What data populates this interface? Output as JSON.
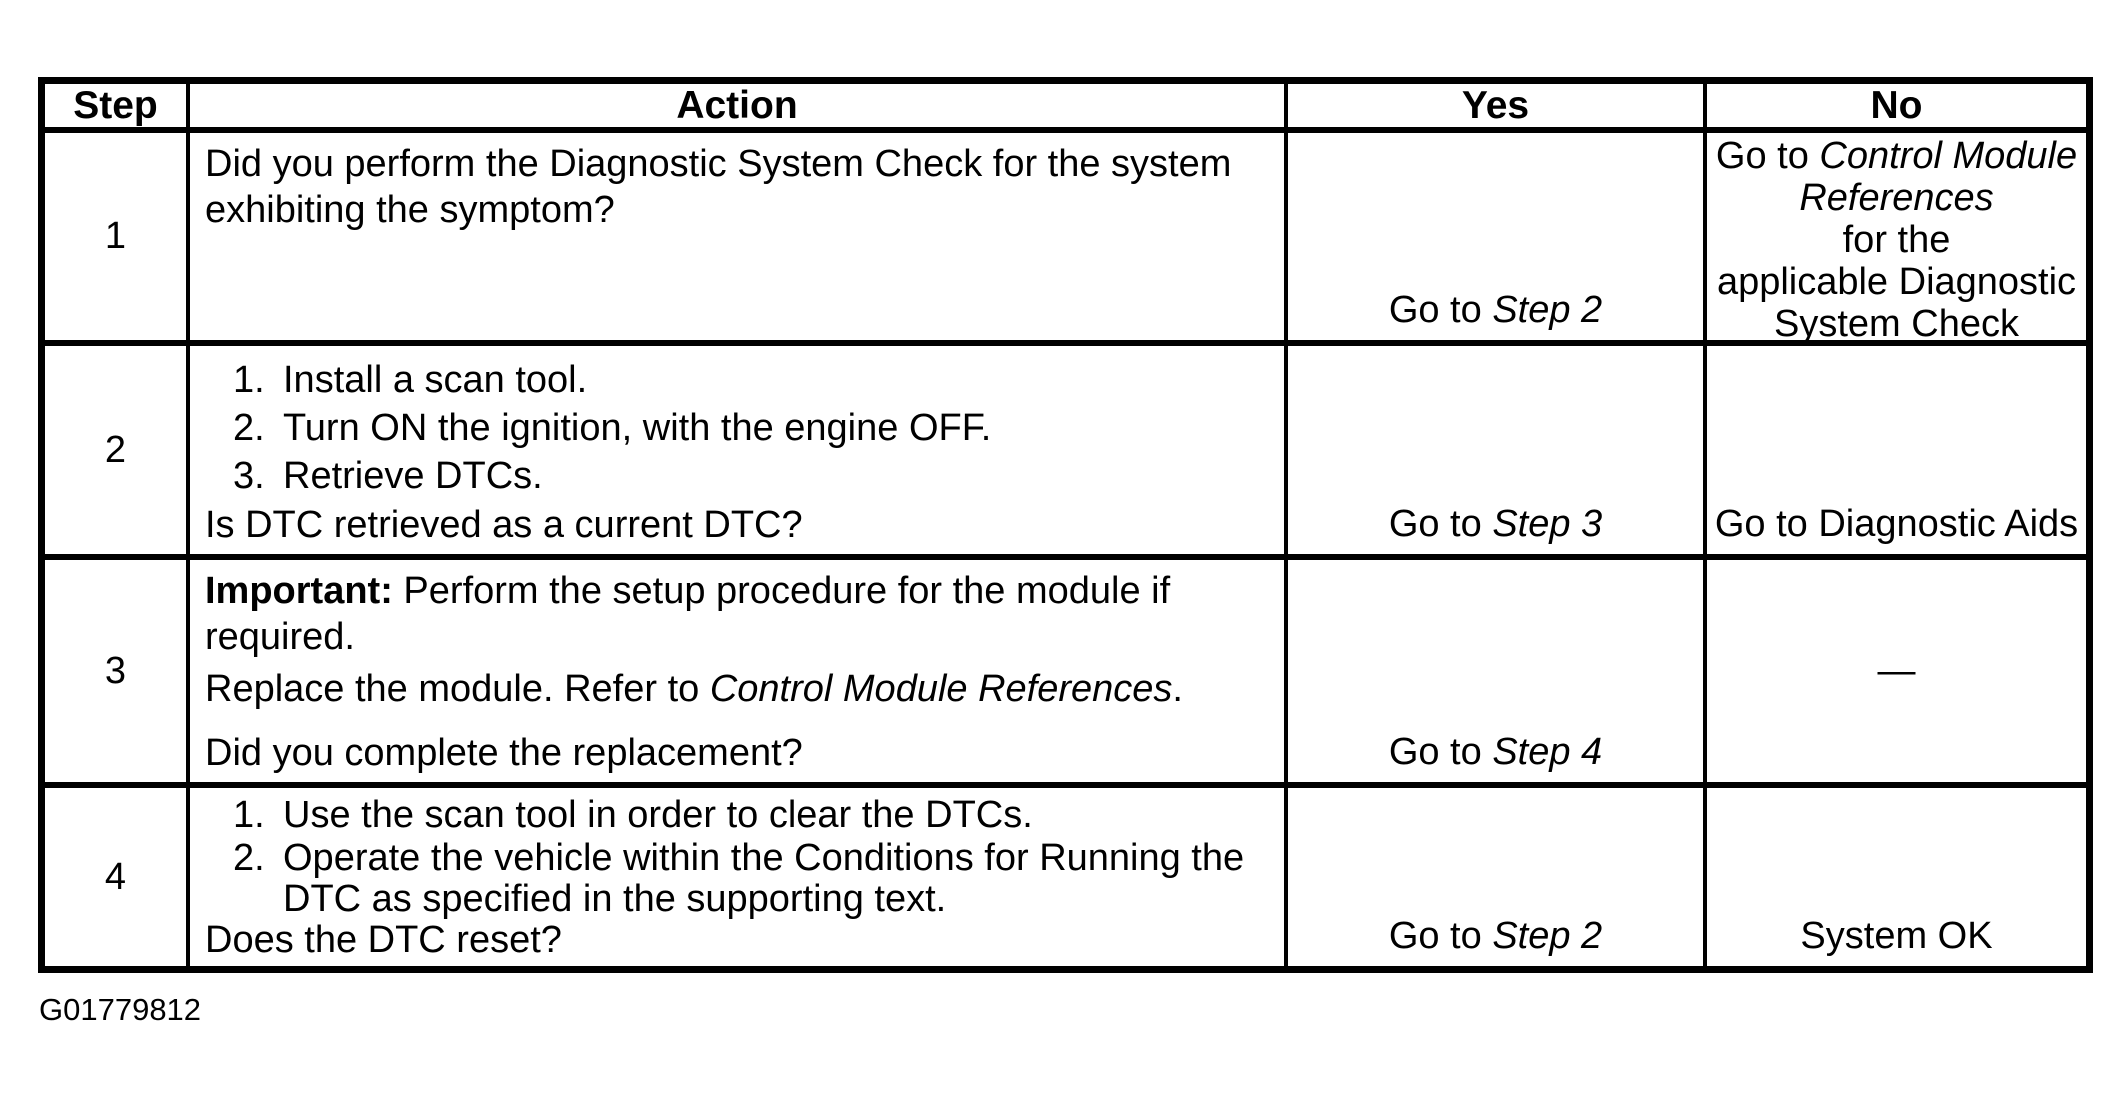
{
  "colors": {
    "text": "#000000",
    "background": "#ffffff",
    "border": "#000000"
  },
  "table": {
    "headers": {
      "step": "Step",
      "action": "Action",
      "yes": "Yes",
      "no": "No"
    },
    "rows": [
      {
        "step": "1",
        "action": {
          "lines": [
            "Did you perform the Diagnostic System Check for the system",
            "exhibiting the symptom?"
          ]
        },
        "yes": {
          "prefix": "Go to ",
          "target": "Step 2"
        },
        "no": {
          "line1_prefix": "Go to ",
          "line1_italic": "Control Module",
          "line2_italic": "References",
          "line3": "for the",
          "line4": "applicable Diagnostic",
          "line5": "System Check"
        }
      },
      {
        "step": "2",
        "action": {
          "items": [
            {
              "num": "1.",
              "text": "Install a scan tool."
            },
            {
              "num": "2.",
              "text": "Turn ON the ignition, with the engine OFF."
            },
            {
              "num": "3.",
              "text": "Retrieve DTCs."
            }
          ],
          "question": "Is DTC retrieved as a current DTC?"
        },
        "yes": {
          "prefix": "Go to ",
          "target": "Step 3"
        },
        "no": {
          "text": "Go to Diagnostic Aids"
        }
      },
      {
        "step": "3",
        "action": {
          "important_label": "Important:",
          "important_rest": " Perform the setup procedure for the module if",
          "important_line2": "required.",
          "replace_prefix": "Replace the module. Refer to ",
          "replace_italic": "Control Module References",
          "replace_suffix": ".",
          "question": "Did you complete the replacement?"
        },
        "yes": {
          "prefix": "Go to ",
          "target": "Step 4"
        },
        "no": {
          "text": "—"
        }
      },
      {
        "step": "4",
        "action": {
          "items": [
            {
              "num": "1.",
              "text": "Use the scan tool in order to clear the DTCs."
            },
            {
              "num": "2.",
              "line1": "Operate the vehicle within the Conditions for Running the",
              "line2": "DTC as specified in the supporting text."
            }
          ],
          "question": "Does the DTC reset?"
        },
        "yes": {
          "prefix": "Go to ",
          "target": "Step 2"
        },
        "no": {
          "text": "System OK"
        }
      }
    ]
  },
  "caption": "G01779812"
}
